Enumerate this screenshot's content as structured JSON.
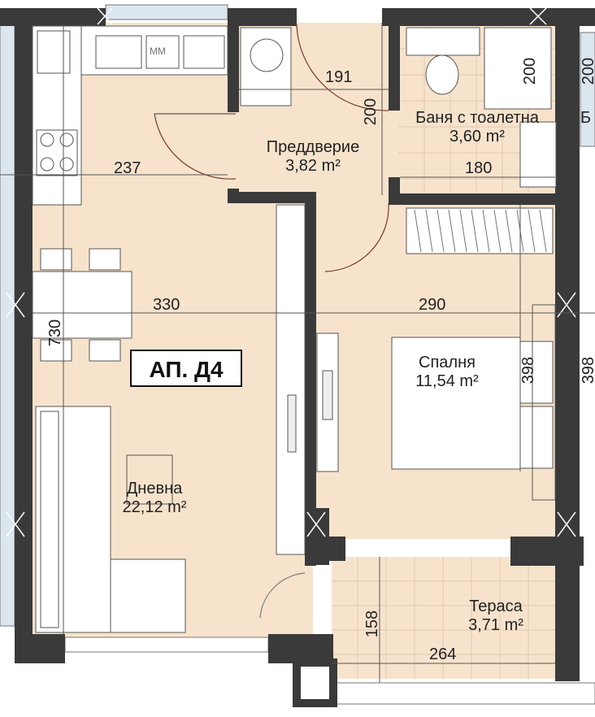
{
  "apartment": {
    "label": "АП. Д4"
  },
  "rooms": [
    {
      "id": "vestibule",
      "name": "Преддверие",
      "area": "3,82 m²"
    },
    {
      "id": "bathroom",
      "name": "Баня с тоалетна",
      "area": "3,60 m²"
    },
    {
      "id": "living",
      "name": "Дневна",
      "area": "22,12 m²"
    },
    {
      "id": "bedroom",
      "name": "Спалня",
      "area": "11,54 m²"
    },
    {
      "id": "terrace",
      "name": "Тераса",
      "area": "3,71 m²"
    }
  ],
  "dimensions": {
    "vestibule_width": "191",
    "vestibule_height": "200",
    "bath_depth": "200",
    "bath_width": "180",
    "kitchen_width": "237",
    "living_width": "330",
    "bedroom_width": "290",
    "living_length": "730",
    "bedroom_length": "398",
    "terrace_depth": "158",
    "terrace_width": "264",
    "neighbor_bath_depth": "200",
    "neighbor_bedroom_length": "398"
  },
  "fixtures": {
    "microwave_label": "MM",
    "neighbor_room_fragment": "Б"
  },
  "colors": {
    "floor": "#f7e3cc",
    "terrace_floor": "#f7e3cc",
    "wall": "#3a3a3a",
    "window": "#dce6ee",
    "line": "#555555"
  }
}
